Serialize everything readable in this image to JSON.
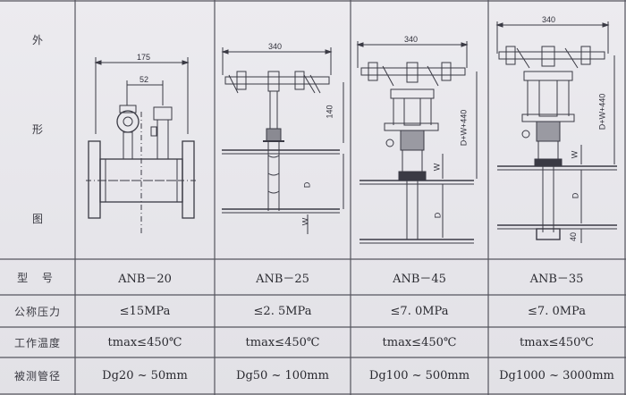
{
  "header_labels": {
    "outline_1": "外",
    "outline_2": "形",
    "outline_3": "图",
    "model": "型 号",
    "pressure": "公称压力",
    "temperature": "工作温度",
    "pipe": "被测管径"
  },
  "drawings": [
    {
      "dims": {
        "width": "175",
        "spacing": "52"
      }
    },
    {
      "dims": {
        "width": "340",
        "height": "140",
        "d": "D",
        "w": "W"
      }
    },
    {
      "dims": {
        "width": "340",
        "height": "D+W+440",
        "d": "D",
        "w": "W"
      }
    },
    {
      "dims": {
        "width": "340",
        "height": "D+W+440",
        "d": "D",
        "w": "W",
        "bottom": "40"
      }
    }
  ],
  "rows": {
    "model": [
      "ANB－20",
      "ANB－25",
      "ANB－45",
      "ANB－35"
    ],
    "pressure": [
      "≤15MPa",
      "≤2. 5MPa",
      "≤7. 0MPa",
      "≤7. 0MPa"
    ],
    "temperature": [
      "tmax≤450℃",
      "tmax≤450℃",
      "tmax≤450℃",
      "tmax≤450℃"
    ],
    "pipe": [
      "Dg20 ~ 50mm",
      "Dg50 ~ 100mm",
      "Dg100 ~ 500mm",
      "Dg1000 ~ 3000mm"
    ]
  }
}
